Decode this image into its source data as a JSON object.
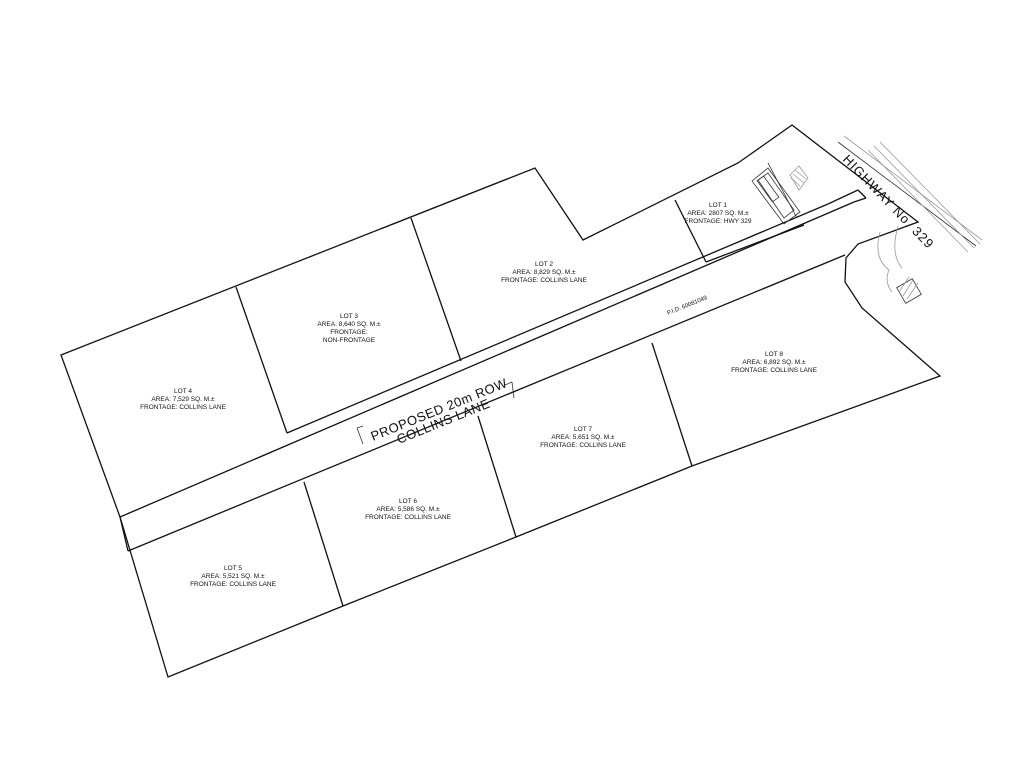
{
  "road": {
    "line1": "PROPOSED 20m ROW",
    "line2": "COLLINS LANE"
  },
  "highway": {
    "label": "HIGHWAY No. 329"
  },
  "pid": {
    "label": "P.I.D. 60081049"
  },
  "lots": [
    {
      "name": "LOT 1",
      "area": "AREA: 2807 SQ. M.±",
      "frontage": "FRONTAGE: HWY 329",
      "extra": ""
    },
    {
      "name": "LOT 2",
      "area": "AREA: 8,829 SQ. M.±",
      "frontage": "FRONTAGE: COLLINS LANE",
      "extra": ""
    },
    {
      "name": "LOT 3",
      "area": "AREA: 8,640 SQ. M.±",
      "frontage": "FRONTAGE:",
      "extra": "NON-FRONTAGE"
    },
    {
      "name": "LOT 4",
      "area": "AREA: 7,529 SQ. M.±",
      "frontage": "FRONTAGE: COLLINS LANE",
      "extra": ""
    },
    {
      "name": "LOT 5",
      "area": "AREA: 5,521 SQ. M.±",
      "frontage": "FRONTAGE: COLLINS LANE",
      "extra": ""
    },
    {
      "name": "LOT 6",
      "area": "AREA: 5,586 SQ. M.±",
      "frontage": "FRONTAGE: COLLINS LANE",
      "extra": ""
    },
    {
      "name": "LOT 7",
      "area": "AREA: 5,651 SQ. M.±",
      "frontage": "FRONTAGE: COLLINS LANE",
      "extra": ""
    },
    {
      "name": "LOT 8",
      "area": "AREA: 6,892 SQ. M.±",
      "frontage": "FRONTAGE: COLLINS LANE",
      "extra": ""
    }
  ]
}
